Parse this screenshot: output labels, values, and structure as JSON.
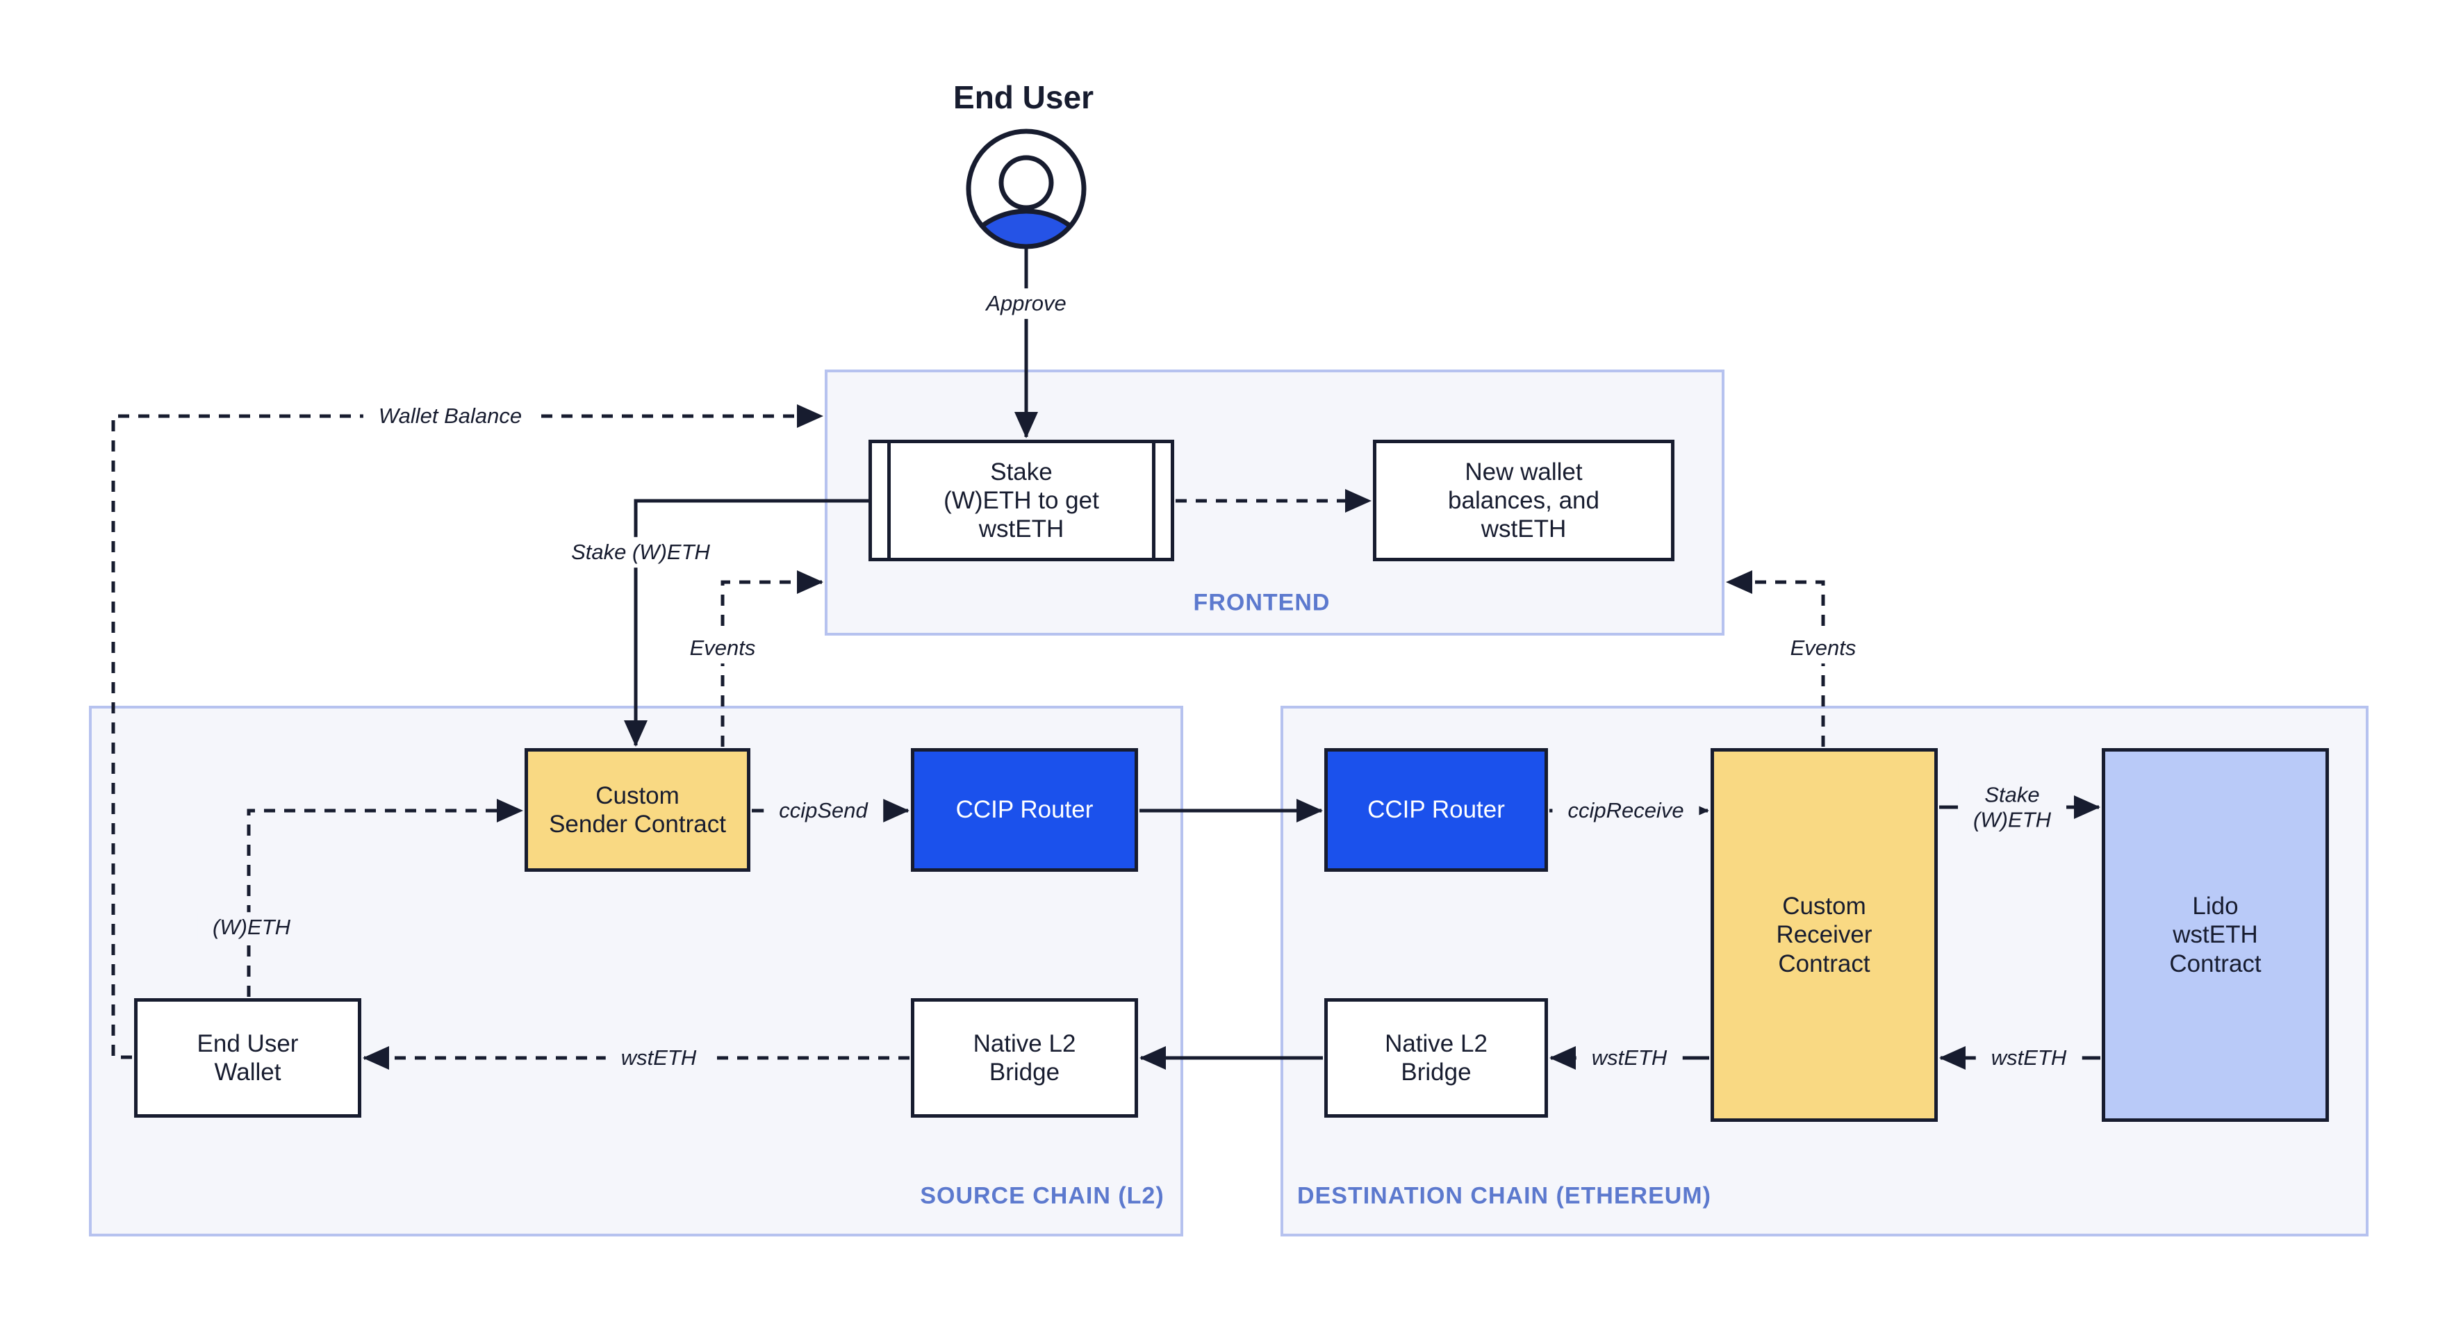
{
  "title": {
    "end_user": "End User"
  },
  "frontend": {
    "label": "FRONTEND",
    "stake_box": {
      "lines": [
        "Stake",
        "(W)ETH to get",
        "wstETH"
      ]
    },
    "new_wallet_box": {
      "lines": [
        "New wallet",
        "balances, and",
        "wstETH"
      ]
    }
  },
  "source_chain": {
    "label": "SOURCE CHAIN (L2)",
    "custom_sender": {
      "lines": [
        "Custom",
        "Sender Contract"
      ]
    },
    "ccip_router": "CCIP Router",
    "native_bridge": {
      "lines": [
        "Native L2",
        "Bridge"
      ]
    },
    "end_user_wallet": {
      "lines": [
        "End User",
        "Wallet"
      ]
    }
  },
  "destination_chain": {
    "label": "DESTINATION CHAIN (ETHEREUM)",
    "ccip_router": "CCIP Router",
    "custom_receiver": {
      "lines": [
        "Custom",
        "Receiver",
        "Contract"
      ]
    },
    "lido_contract": {
      "lines": [
        "Lido",
        "wstETH",
        "Contract"
      ]
    },
    "native_bridge": {
      "lines": [
        "Native L2",
        "Bridge"
      ]
    }
  },
  "edge_labels": {
    "approve": "Approve",
    "wallet_balance": "Wallet Balance",
    "stake_weth": "Stake (W)ETH",
    "events_left": "Events",
    "events_right": "Events",
    "ccip_send": "ccipSend",
    "ccip_receive": "ccipReceive",
    "stake_weth_dest": {
      "lines": [
        "Stake",
        "(W)ETH"
      ]
    },
    "wsteth_from_lido": "wstETH",
    "wsteth_to_bridge": "wstETH",
    "wsteth_to_wallet": "wstETH",
    "weth": "(W)ETH"
  },
  "colors": {
    "accent_blue": "#1B51EC",
    "contract_yellow": "#F9D983",
    "lido_lavender": "#B9CAF8",
    "panel_fill": "#F5F6FB",
    "panel_border": "#B6C2EF",
    "panel_label_blue": "#5C79CE",
    "ink": "#171C2F"
  }
}
